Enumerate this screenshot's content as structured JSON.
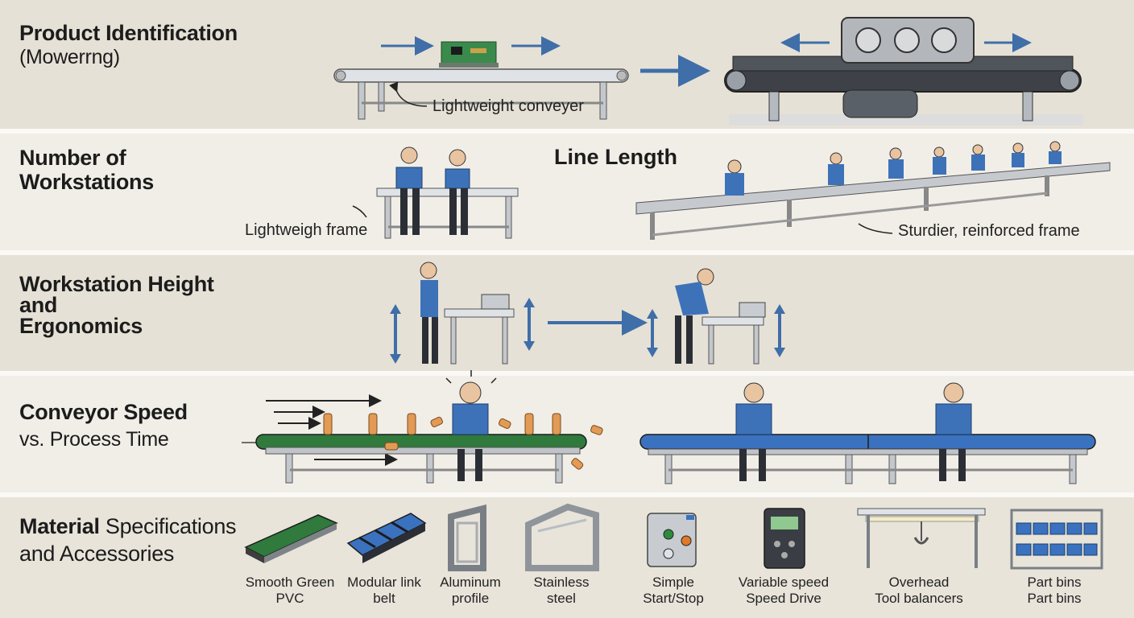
{
  "rows": {
    "product": {
      "title": "Product Identification",
      "subtitle": "(Mowerrng)",
      "label_light": "Lightweight conveyer"
    },
    "workstations": {
      "title_line1": "Number of",
      "title_line2": "Workstations",
      "label_frame": "Lightweigh frame",
      "line_length": "Line Length",
      "label_sturdy": "Sturdier, reinforced frame"
    },
    "height": {
      "title_line1": "Workstation Height",
      "title_line2": "and",
      "title_line3": "Ergonomics"
    },
    "speed": {
      "title_line1": "Conveyor Speed",
      "title_line2": "vs. Process Time"
    },
    "materials": {
      "title_bold": "Material",
      "title_rest": " Specifications",
      "title_line2": "and Accessories",
      "items": [
        {
          "line1": "Smooth Green",
          "line2": "PVC"
        },
        {
          "line1": "Modular link",
          "line2": "belt"
        },
        {
          "line1": "Aluminum",
          "line2": "profile"
        },
        {
          "line1": "Stainless",
          "line2": "steel"
        },
        {
          "line1": "Simple",
          "line2": "Start/Stop"
        },
        {
          "line1": "Variable speed",
          "line2": "Speed Drive"
        },
        {
          "line1": "Overhead",
          "line2": "Tool balancers"
        },
        {
          "line1": "Part bins",
          "line2": "Part bins"
        }
      ]
    }
  },
  "colors": {
    "arrow_blue": "#3f6ea8",
    "worker_blue": "#3d72b8",
    "belt_green": "#2f7a3c",
    "belt_blue": "#3a72bf",
    "frame_gray": "#b9bec4"
  }
}
